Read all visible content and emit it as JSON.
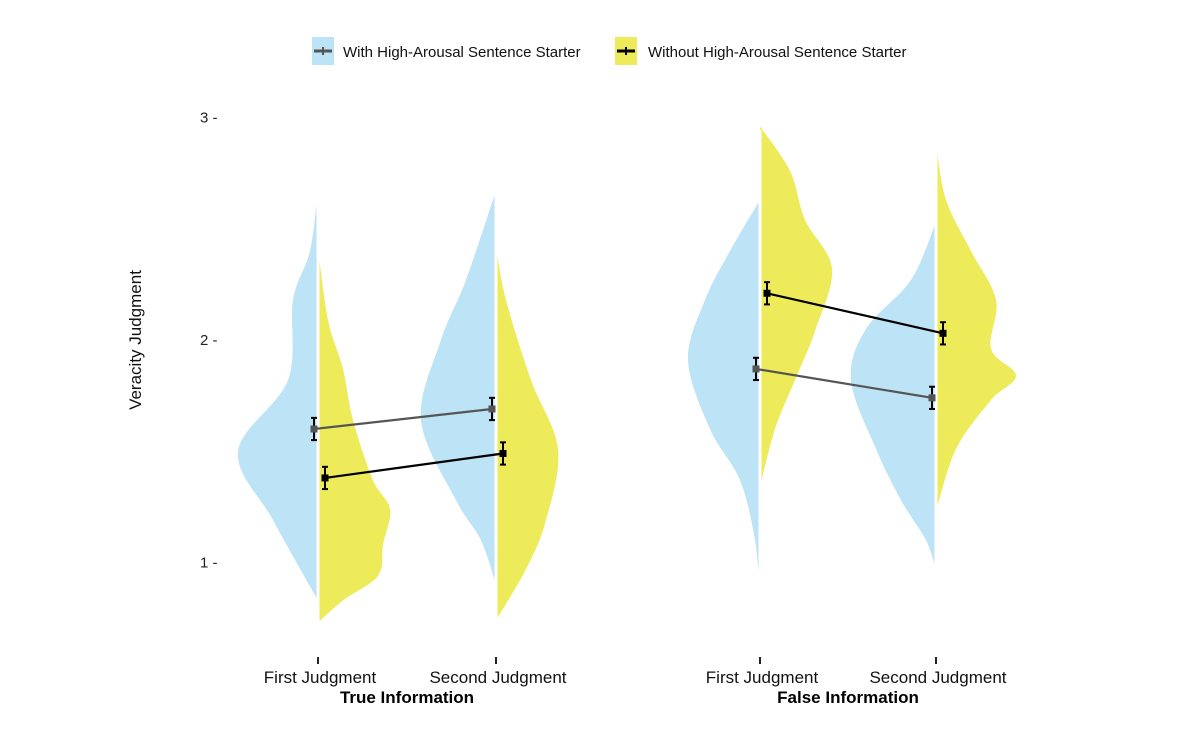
{
  "chart_data": {
    "type": "split-violin",
    "ylabel": "Veracity Judgment",
    "ylim": [
      0.7,
      3.0
    ],
    "yticks": [
      {
        "value": 3,
        "label": "3 -"
      },
      {
        "value": 2,
        "label": "2 -"
      },
      {
        "value": 1,
        "label": "1 -"
      }
    ],
    "colors": {
      "with_fill": "#bde3f6",
      "without_fill": "#eeeb5a",
      "with_line": "#555555",
      "without_line": "#000000"
    },
    "legend": {
      "position": "top",
      "entries": [
        {
          "key": "with",
          "label": "With High-Arousal Sentence Starter"
        },
        {
          "key": "without",
          "label": "Without High-Arousal Sentence Starter"
        }
      ]
    },
    "panels": [
      {
        "title": "True Information",
        "categories": [
          "First Judgment",
          "Second Judgment"
        ],
        "means": {
          "with": [
            {
              "mean": 1.6,
              "err": 0.05
            },
            {
              "mean": 1.69,
              "err": 0.05
            }
          ],
          "without": [
            {
              "mean": 1.38,
              "err": 0.05
            },
            {
              "mean": 1.49,
              "err": 0.05
            }
          ]
        },
        "density": {
          "with": [
            [
              [
                2.67,
                0
              ],
              [
                2.4,
                0.08
              ],
              [
                2.18,
                0.25
              ],
              [
                1.82,
                0.3
              ],
              [
                1.5,
                0.8
              ],
              [
                1.19,
                0.45
              ],
              [
                0.83,
                0
              ]
            ],
            [
              [
                2.67,
                0
              ],
              [
                2.27,
                0.3
              ],
              [
                2.0,
                0.55
              ],
              [
                1.64,
                0.75
              ],
              [
                1.28,
                0.4
              ],
              [
                1.1,
                0.15
              ],
              [
                0.9,
                0
              ]
            ]
          ],
          "without": [
            [
              [
                2.41,
                0
              ],
              [
                2.09,
                0.1
              ],
              [
                1.87,
                0.25
              ],
              [
                1.64,
                0.35
              ],
              [
                1.37,
                0.55
              ],
              [
                1.24,
                0.72
              ],
              [
                1.08,
                0.65
              ],
              [
                0.94,
                0.6
              ],
              [
                0.83,
                0.25
              ],
              [
                0.73,
                0
              ]
            ],
            [
              [
                2.42,
                0
              ],
              [
                2.18,
                0.1
              ],
              [
                1.82,
                0.35
              ],
              [
                1.51,
                0.62
              ],
              [
                1.19,
                0.5
              ],
              [
                0.97,
                0.3
              ],
              [
                0.74,
                0
              ]
            ]
          ]
        }
      },
      {
        "title": "False Information",
        "categories": [
          "First Judgment",
          "Second Judgment"
        ],
        "means": {
          "with": [
            {
              "mean": 1.87,
              "err": 0.05
            },
            {
              "mean": 1.74,
              "err": 0.05
            }
          ],
          "without": [
            {
              "mean": 2.21,
              "err": 0.05
            },
            {
              "mean": 2.03,
              "err": 0.05
            }
          ]
        },
        "density": {
          "with": [
            [
              [
                2.63,
                0
              ],
              [
                2.4,
                0.3
              ],
              [
                2.18,
                0.55
              ],
              [
                1.91,
                0.72
              ],
              [
                1.6,
                0.5
              ],
              [
                1.37,
                0.2
              ],
              [
                1.1,
                0.05
              ],
              [
                0.85,
                0
              ]
            ],
            [
              [
                2.53,
                0
              ],
              [
                2.27,
                0.25
              ],
              [
                2.05,
                0.7
              ],
              [
                1.82,
                0.85
              ],
              [
                1.51,
                0.6
              ],
              [
                1.28,
                0.35
              ],
              [
                1.1,
                0.1
              ],
              [
                0.97,
                0
              ]
            ]
          ],
          "without": [
            [
              [
                2.96,
                0
              ],
              [
                2.76,
                0.3
              ],
              [
                2.54,
                0.45
              ],
              [
                2.32,
                0.72
              ],
              [
                2.04,
                0.55
              ],
              [
                1.82,
                0.35
              ],
              [
                1.6,
                0.15
              ],
              [
                1.34,
                0
              ]
            ],
            [
              [
                2.88,
                0
              ],
              [
                2.63,
                0.1
              ],
              [
                2.4,
                0.35
              ],
              [
                2.18,
                0.6
              ],
              [
                1.96,
                0.55
              ],
              [
                1.84,
                0.8
              ],
              [
                1.73,
                0.55
              ],
              [
                1.51,
                0.2
              ],
              [
                1.23,
                0
              ]
            ]
          ]
        }
      }
    ]
  }
}
